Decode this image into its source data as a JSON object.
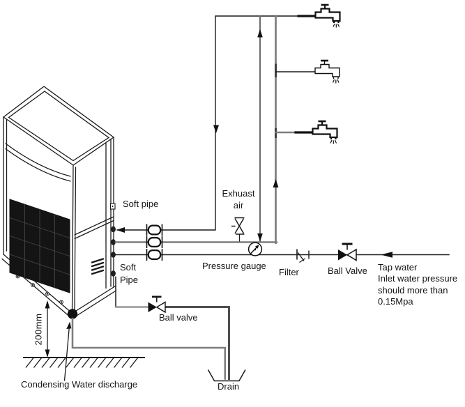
{
  "diagram": {
    "type": "installation-piping-diagram",
    "labels": {
      "soft_pipe_top": "Soft pipe",
      "exhaust_air": "Exhuast\nair",
      "pressure_gauge": "Pressure gauge",
      "soft_pipe_bottom": "Soft\nPipe",
      "filter": "Filter",
      "ball_valve_main": "Ball Valve",
      "tap_water_note": "Tap water\nInlet water pressure\nshould more than\n0.15Mpa",
      "ball_valve_drain": "Ball valve",
      "height_dimension": "200mm",
      "condensing_water": "Condensing Water discharge",
      "drain": "Drain"
    },
    "colors": {
      "line_black": "#1a1a1a",
      "pipe_gray": "#7d7d7d",
      "pipe_dark_gray": "#4f4f4f",
      "grille_fill": "#141414",
      "background": "#ffffff"
    },
    "symbols": {
      "faucet_count": 3,
      "flexible_coupling_count": 3,
      "icon_names": [
        "faucet-icon",
        "ball-valve-icon",
        "filter-icon",
        "pressure-gauge-icon",
        "exhaust-valve-icon",
        "flexible-coupling-icon",
        "drain-basin-icon",
        "flow-arrow-icon",
        "dimension-arrow-icon",
        "ground-hatch",
        "condensate-outlet-dot"
      ]
    }
  }
}
